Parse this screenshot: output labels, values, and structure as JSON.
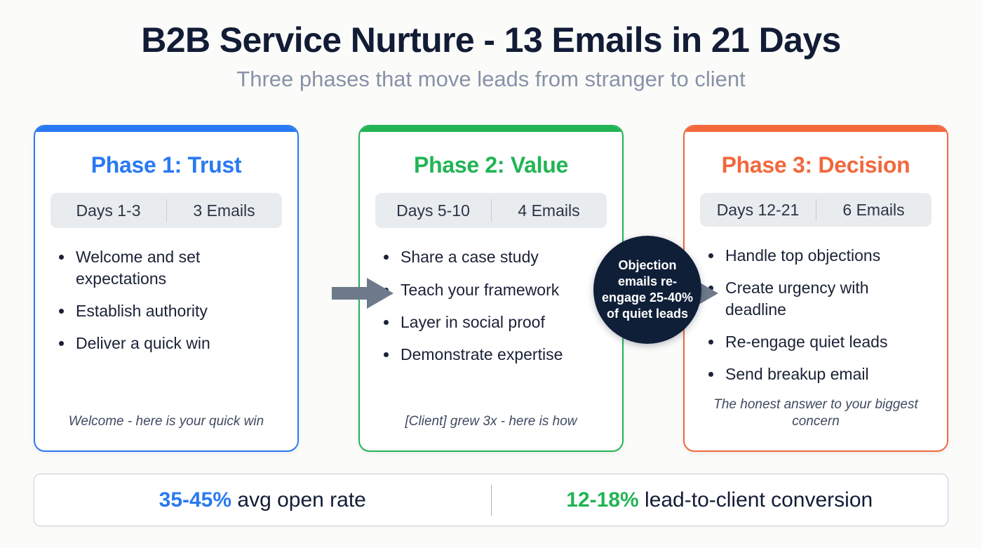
{
  "header": {
    "title": "B2B Service Nurture - 13 Emails in 21 Days",
    "subtitle": "Three phases that move leads from stranger to client"
  },
  "colors": {
    "phase1": "#2979f2",
    "phase2": "#22b455",
    "phase3": "#f2683c",
    "badge_bg": "#101f38",
    "text_dark": "#121c36",
    "subtitle": "#8792a8",
    "pill_bg": "#e9ecef",
    "background": "#fbfbf9"
  },
  "phases": [
    {
      "title": "Phase 1: Trust",
      "days": "Days 1-3",
      "emails": "3 Emails",
      "bullets": [
        "Welcome and set expectations",
        "Establish authority",
        "Deliver a quick win"
      ],
      "sample": "Welcome - here is your quick win"
    },
    {
      "title": "Phase 2: Value",
      "days": "Days 5-10",
      "emails": "4 Emails",
      "bullets": [
        "Share a case study",
        "Teach your framework",
        "Layer in social proof",
        "Demonstrate expertise"
      ],
      "sample": "[Client] grew 3x - here is how"
    },
    {
      "title": "Phase 3: Decision",
      "days": "Days 12-21",
      "emails": "6 Emails",
      "bullets": [
        "Handle top objections",
        "Create urgency with deadline",
        "Re-engage quiet leads",
        "Send breakup email"
      ],
      "sample": "The honest answer to your biggest concern"
    }
  ],
  "badge": {
    "text": "Objection emails re-engage 25-40% of quiet leads"
  },
  "arrows": [
    {
      "name": "arrow-phase1-to-phase2"
    },
    {
      "name": "arrow-phase2-to-phase3"
    }
  ],
  "footer": {
    "stats": [
      {
        "value": "35-45%",
        "label": " avg open rate",
        "color": "blue"
      },
      {
        "value": "12-18%",
        "label": " lead-to-client conversion",
        "color": "green"
      }
    ]
  }
}
